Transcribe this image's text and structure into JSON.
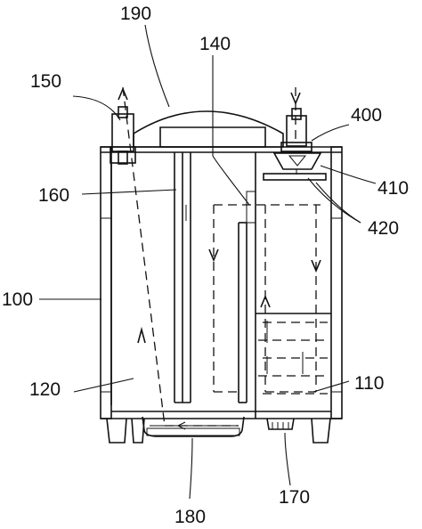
{
  "figure": {
    "labels": {
      "l190": "190",
      "l140": "140",
      "l150": "150",
      "l400": "400",
      "l410": "410",
      "l160": "160",
      "l420": "420",
      "l100": "100",
      "l120": "120",
      "l110": "110",
      "l170": "170",
      "l180": "180"
    }
  }
}
